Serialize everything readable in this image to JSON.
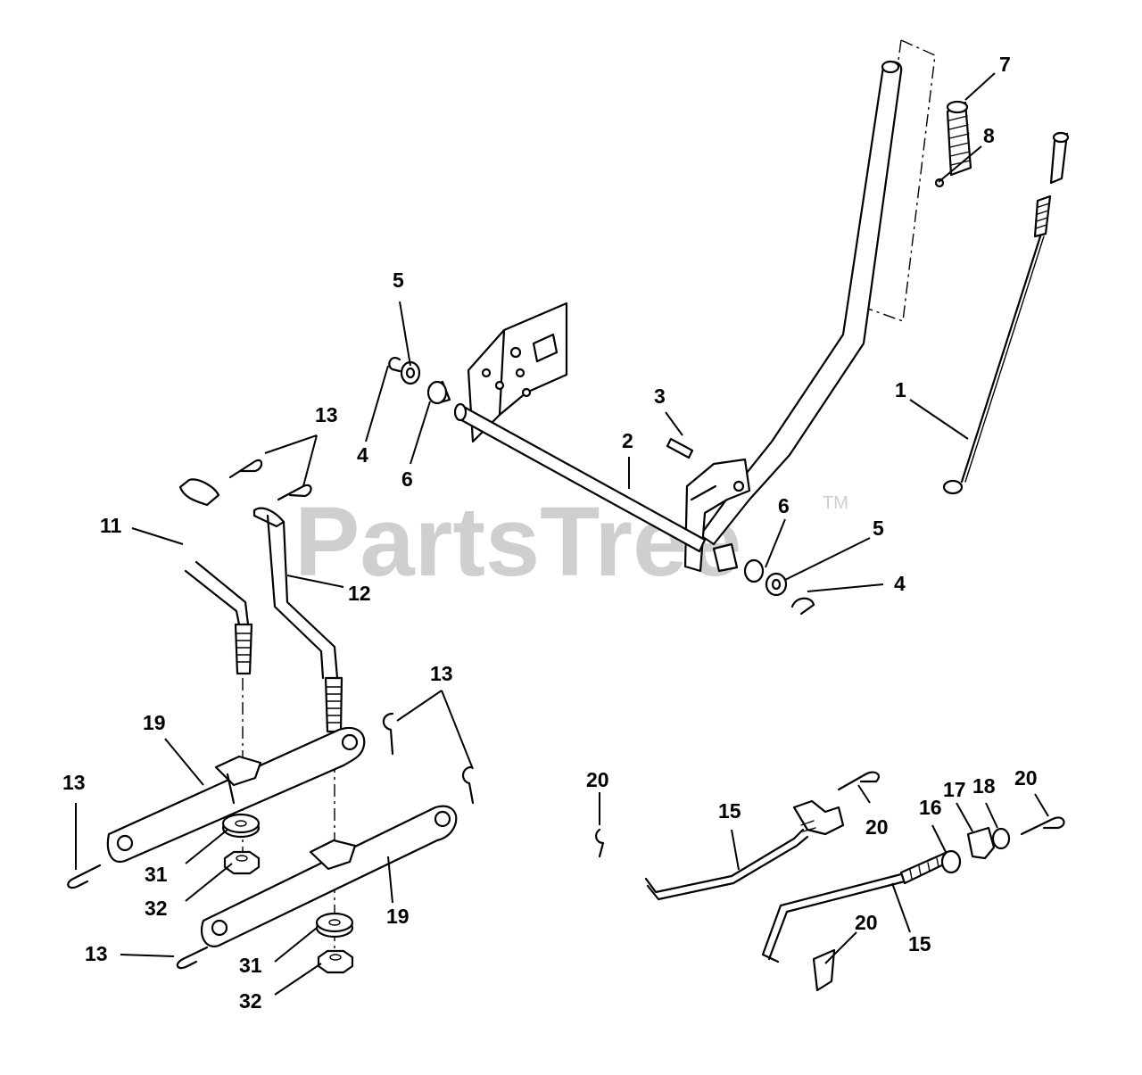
{
  "watermark": {
    "text": "PartsTree",
    "trademark": "TM"
  },
  "callouts": [
    {
      "id": "c1",
      "label": "1"
    },
    {
      "id": "c2",
      "label": "2"
    },
    {
      "id": "c3",
      "label": "3"
    },
    {
      "id": "c4a",
      "label": "4"
    },
    {
      "id": "c4b",
      "label": "4"
    },
    {
      "id": "c5a",
      "label": "5"
    },
    {
      "id": "c5b",
      "label": "5"
    },
    {
      "id": "c6a",
      "label": "6"
    },
    {
      "id": "c6b",
      "label": "6"
    },
    {
      "id": "c7",
      "label": "7"
    },
    {
      "id": "c8",
      "label": "8"
    },
    {
      "id": "c11",
      "label": "11"
    },
    {
      "id": "c12",
      "label": "12"
    },
    {
      "id": "c13a",
      "label": "13"
    },
    {
      "id": "c13b",
      "label": "13"
    },
    {
      "id": "c13c",
      "label": "13"
    },
    {
      "id": "c13d",
      "label": "13"
    },
    {
      "id": "c15a",
      "label": "15"
    },
    {
      "id": "c15b",
      "label": "15"
    },
    {
      "id": "c16",
      "label": "16"
    },
    {
      "id": "c17",
      "label": "17"
    },
    {
      "id": "c18",
      "label": "18"
    },
    {
      "id": "c19a",
      "label": "19"
    },
    {
      "id": "c19b",
      "label": "19"
    },
    {
      "id": "c20a",
      "label": "20"
    },
    {
      "id": "c20b",
      "label": "20"
    },
    {
      "id": "c20c",
      "label": "20"
    },
    {
      "id": "c20d",
      "label": "20"
    },
    {
      "id": "c31a",
      "label": "31"
    },
    {
      "id": "c31b",
      "label": "31"
    },
    {
      "id": "c32a",
      "label": "32"
    },
    {
      "id": "c32b",
      "label": "32"
    }
  ]
}
